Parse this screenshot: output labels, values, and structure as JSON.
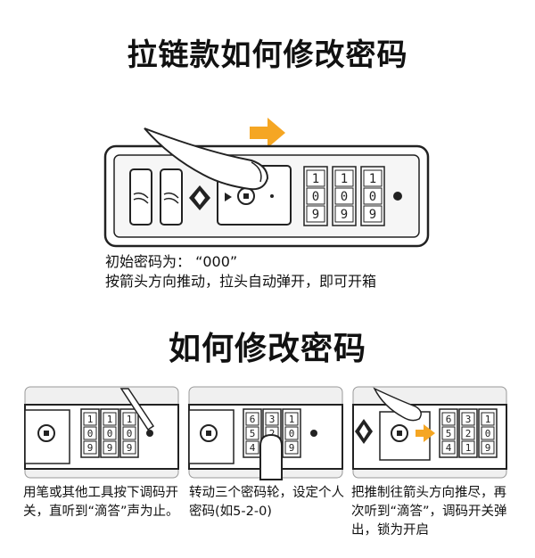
{
  "title_top": "拉链款如何修改密码",
  "title_mid": "如何修改密码",
  "note": {
    "line1": "初始密码为：  “000”",
    "line2": "按箭头方向推动，拉头自动弹开，即可开箱"
  },
  "main_lock": {
    "wheels": [
      [
        "1",
        "0",
        "9"
      ],
      [
        "1",
        "0",
        "9"
      ],
      [
        "1",
        "0",
        "9"
      ]
    ]
  },
  "steps": [
    {
      "caption": "用笔或其他工具按下调码开关，直听到“滴答”声为止。",
      "wheels": [
        [
          "1",
          "0",
          "9"
        ],
        [
          "1",
          "0",
          "9"
        ],
        [
          "1",
          "0",
          "9"
        ]
      ]
    },
    {
      "caption": "转动三个密码轮，设定个人密码(如5-2-0)",
      "wheels": [
        [
          "6",
          "5",
          "4"
        ],
        [
          "3",
          "2",
          "1"
        ],
        [
          "1",
          "0",
          "9"
        ]
      ]
    },
    {
      "caption": "把推制往箭头方向推尽，再次听到“滴答”，调码开关弹出，锁为开启",
      "wheels": [
        [
          "6",
          "5",
          "4"
        ],
        [
          "3",
          "2",
          "1"
        ],
        [
          "1",
          "0",
          "9"
        ]
      ]
    }
  ],
  "colors": {
    "arrow": "#f5a623",
    "outline": "#222222",
    "panel": "#f0f0f0"
  }
}
